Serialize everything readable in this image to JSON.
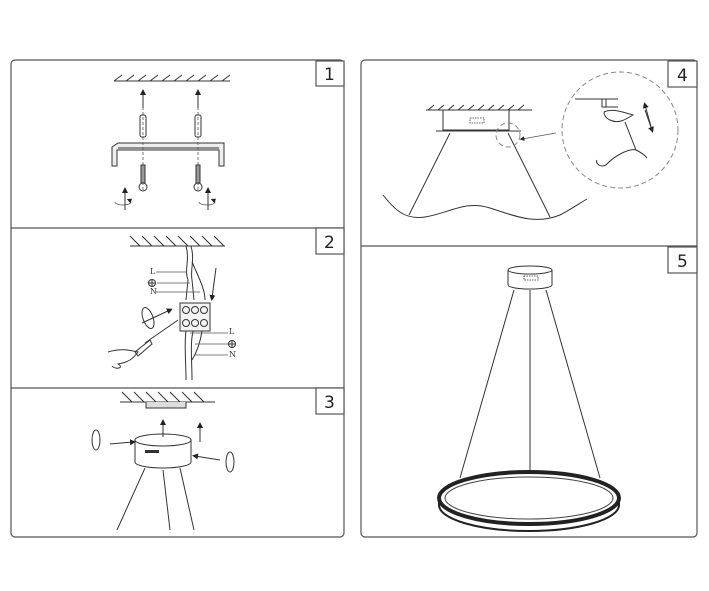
{
  "steps": [
    {
      "number": "1"
    },
    {
      "number": "2",
      "labels_top": [
        "L",
        "N"
      ],
      "labels_bottom": [
        "L",
        "N"
      ]
    },
    {
      "number": "3"
    },
    {
      "number": "4"
    },
    {
      "number": "5"
    }
  ],
  "colors": {
    "line": "#333333",
    "frame": "#555555",
    "dashed": "#888888"
  }
}
